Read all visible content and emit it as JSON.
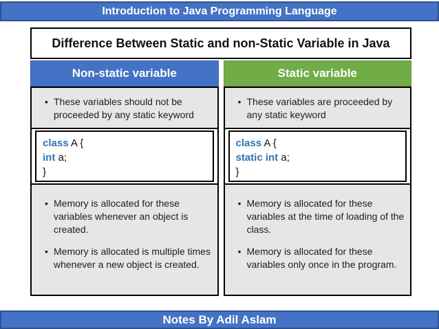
{
  "banner_top": {
    "title": "Introduction to Java Programming Language"
  },
  "banner_bottom": {
    "title": "Notes By Adil Aslam"
  },
  "slide_title": "Difference Between Static and non-Static Variable in Java",
  "colors": {
    "accent_blue": "#4472C4",
    "accent_green": "#70AD47",
    "banner_border": "#2F528F",
    "cell_gray": "#E7E6E6",
    "keyword_blue": "#2E75B6"
  },
  "columns": [
    {
      "header": "Non-static variable",
      "row1_bullets": [
        "These variables should not be proceeded by any static keyword"
      ],
      "code": [
        {
          "kw": "class",
          "rest": " A {"
        },
        {
          "kw": "int",
          "rest": " a;"
        },
        {
          "kw": "",
          "rest": "}"
        }
      ],
      "row3_bullets": [
        "Memory is allocated for these variables whenever an object is created.",
        "Memory is allocated is multiple times whenever a new object is created."
      ]
    },
    {
      "header": "Static variable",
      "row1_bullets": [
        "These variables are proceeded by any static keyword"
      ],
      "code": [
        {
          "kw": "class",
          "rest": " A {"
        },
        {
          "kw": "static int",
          "rest": " a;"
        },
        {
          "kw": "",
          "rest": "}"
        }
      ],
      "row3_bullets": [
        "Memory is allocated for these variables at the time of loading of the class.",
        "Memory is allocated for these variables only once in the program."
      ]
    }
  ]
}
